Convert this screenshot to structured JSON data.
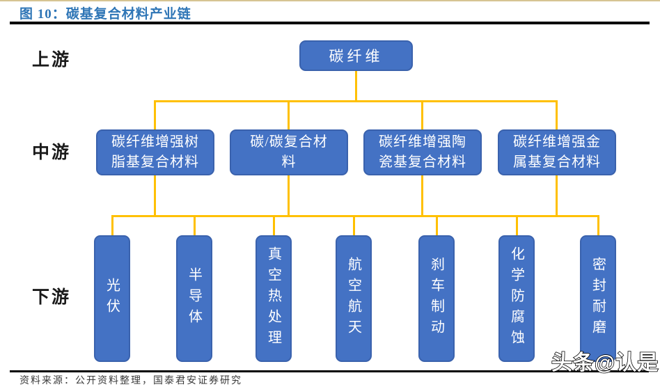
{
  "header": {
    "title": "图 10：碳基复合材料产业链"
  },
  "stages": [
    {
      "label": "上游"
    },
    {
      "label": "中游"
    },
    {
      "label": "下游"
    }
  ],
  "nodes": {
    "top": {
      "label": "碳纤维"
    },
    "middle": [
      {
        "label": "碳纤维增强树\n脂基复合材料"
      },
      {
        "label": "碳/碳复合材\n料"
      },
      {
        "label": "碳纤维增强陶\n瓷基复合材料"
      },
      {
        "label": "碳纤维增强金\n属基复合材料"
      }
    ],
    "bottom": [
      {
        "label": "光伏"
      },
      {
        "label": "半导体"
      },
      {
        "label": "真空热处理"
      },
      {
        "label": "航空航天"
      },
      {
        "label": "刹车制动"
      },
      {
        "label": "化学防腐蚀"
      },
      {
        "label": "密封耐磨"
      }
    ]
  },
  "watermark": "头条@认是",
  "footer": {
    "source": "资料来源：公开资料整理，国泰君安证券研究"
  },
  "colors": {
    "node_fill": "#4472C4",
    "node_border": "#3A62AD",
    "connector": "#FFC000",
    "title": "#2E75B6",
    "top_accent": "#D6C493"
  }
}
